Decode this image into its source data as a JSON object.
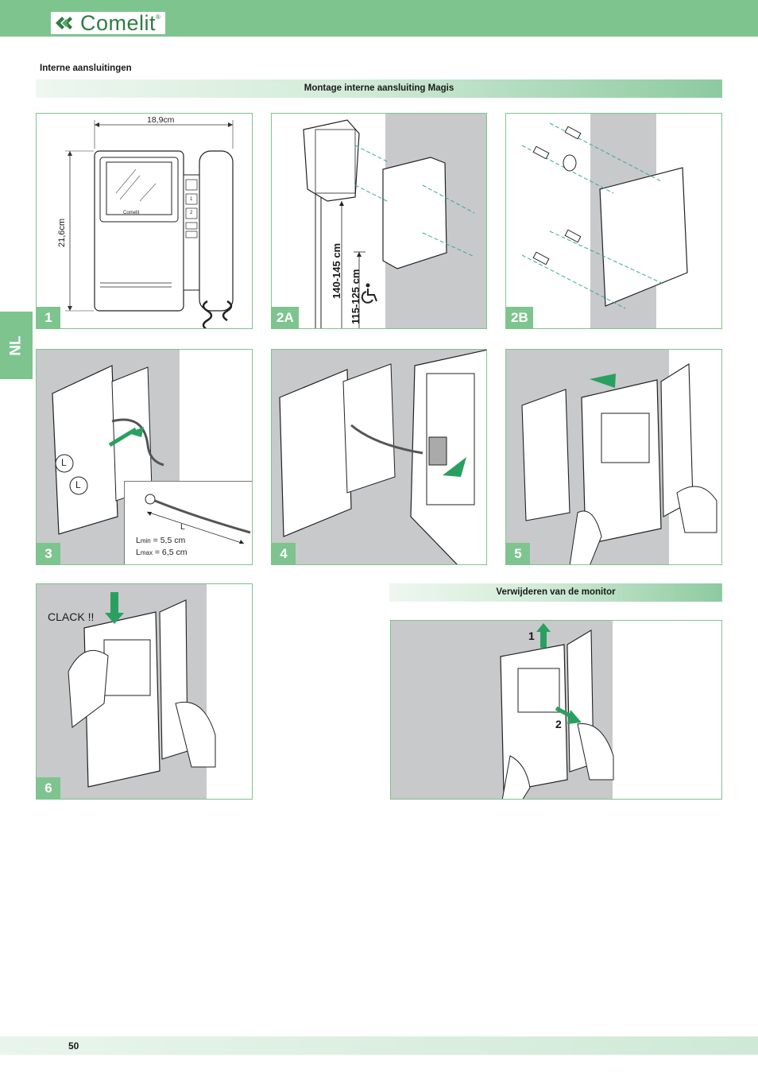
{
  "brand": {
    "name": "Comelit",
    "reg": "®"
  },
  "section_title": "Interne aansluitingen",
  "band_install": "Montage interne aansluiting Magis",
  "band_remove": "Verwijderen van de monitor",
  "lang_tab": "NL",
  "steps": {
    "s1": "1",
    "s2a": "2A",
    "s2b": "2B",
    "s3": "3",
    "s4": "4",
    "s5": "5",
    "s6": "6"
  },
  "dims": {
    "width": "18,9cm",
    "height": "21,6cm",
    "mount_high": "140-145 cm",
    "mount_low": "115-125 cm"
  },
  "monitor_buttons": [
    "1",
    "2"
  ],
  "monitor_brand": "Comelit",
  "cable": {
    "label_l": "L",
    "lmin_prefix": "L",
    "lmin_sub": "min",
    "lmin_value": " = 5,5 cm",
    "lmax_prefix": "L",
    "lmax_sub": "max",
    "lmax_value": " = 6,5 cm"
  },
  "clack": "CLACK !!",
  "remove_steps": [
    "1",
    "2"
  ],
  "page_number": "50"
}
